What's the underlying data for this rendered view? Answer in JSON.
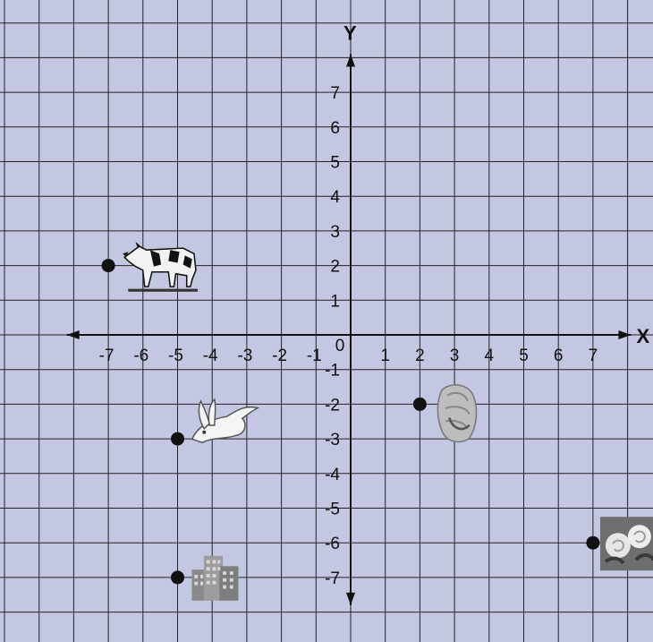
{
  "chart_data": {
    "type": "scatter",
    "title": "",
    "xlabel": "X",
    "ylabel": "Y",
    "xlim": [
      -10,
      9
    ],
    "ylim": [
      -9,
      9
    ],
    "grid": true,
    "x_ticks": [
      "-7",
      "-6",
      "-5",
      "-4",
      "-3",
      "-2",
      "-1",
      "0",
      "1",
      "2",
      "3",
      "4",
      "5",
      "6",
      "7"
    ],
    "y_ticks_positive": [
      "1",
      "2",
      "3",
      "4",
      "5",
      "6",
      "7"
    ],
    "y_ticks_negative": [
      "-1",
      "-2",
      "-3",
      "-4",
      "-5",
      "-6",
      "-7"
    ],
    "points": [
      {
        "x": -7,
        "y": 2,
        "icon": "cow-icon"
      },
      {
        "x": -5,
        "y": -3,
        "icon": "rabbit-icon"
      },
      {
        "x": 2,
        "y": -2,
        "icon": "shell-icon"
      },
      {
        "x": -5,
        "y": -7,
        "icon": "building-icon"
      },
      {
        "x": 7,
        "y": -6,
        "icon": "roses-icon"
      }
    ],
    "colors": {
      "background": "#c4c7e2",
      "grid": "#222222",
      "axis": "#111111",
      "point": "#111111"
    }
  }
}
